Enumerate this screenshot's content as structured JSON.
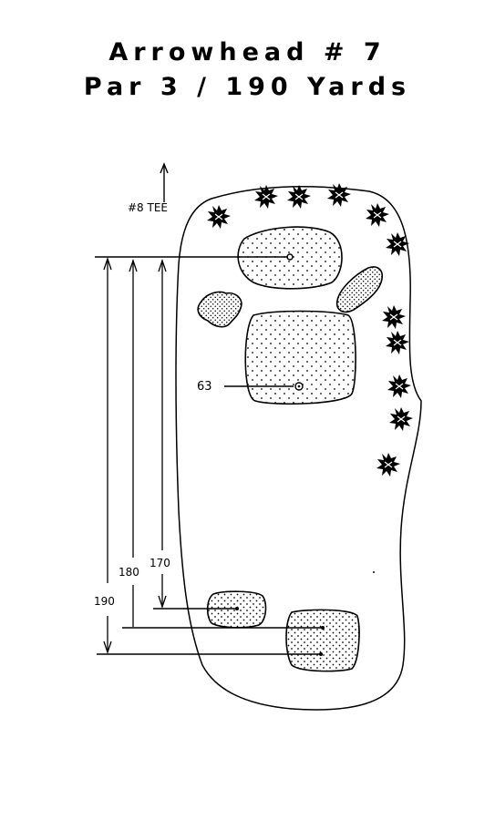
{
  "header": {
    "line1": "Arrowhead # 7",
    "line2": "Par 3 / 190 Yards"
  },
  "diagram": {
    "next_tee": "#8 TEE",
    "distance_labels": {
      "back": "190",
      "middle": "180",
      "front": "170"
    },
    "sprinkler_label": "63"
  },
  "icons": {
    "trees": "tree-icon",
    "bunkers": "sand-bunker-icon",
    "pin": "pin-marker-icon",
    "arrow": "arrow-up-icon"
  }
}
